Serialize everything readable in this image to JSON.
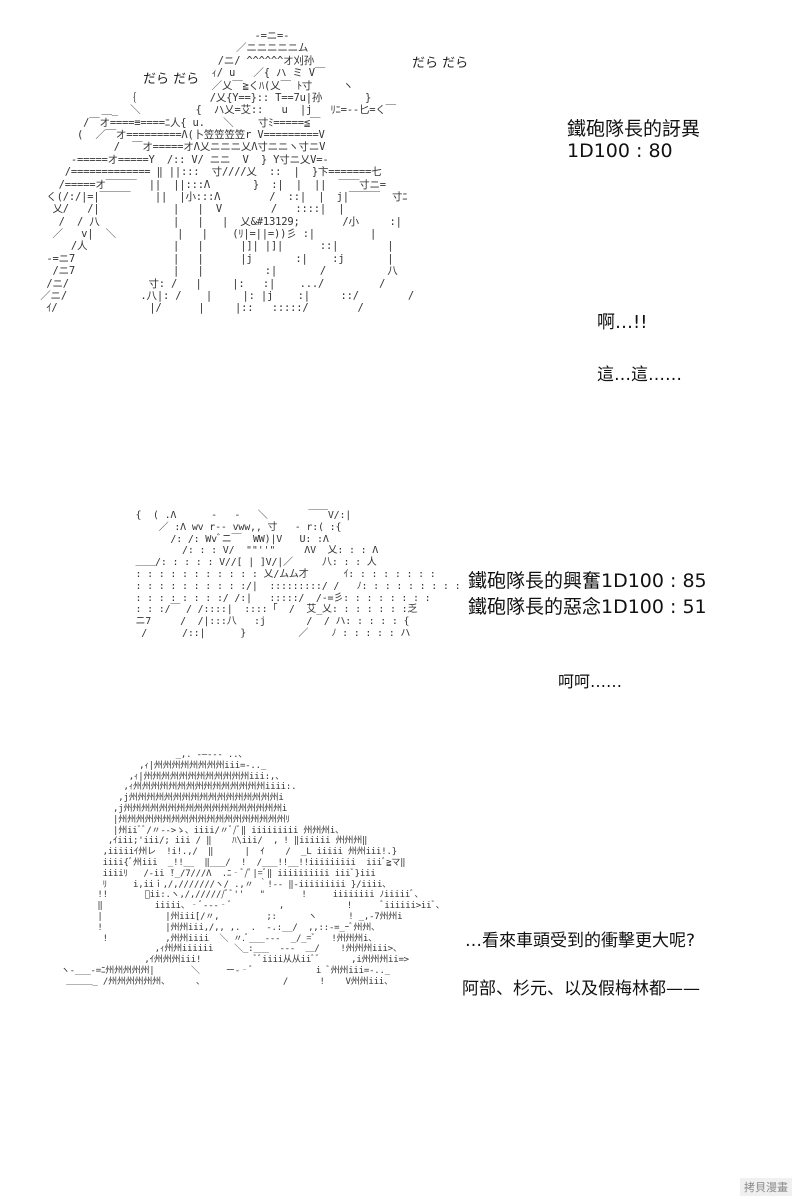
{
  "panel1": {
    "sfx_left": "だら だら",
    "sfx_right": "だら だら",
    "roll_label": "鐵砲隊長的訝異",
    "roll_value": "1D100 : 80",
    "speech1": "啊…!!",
    "speech2": "這…這……"
  },
  "panel2": {
    "roll1": "鐵砲隊長的興奮1D100 : 85",
    "roll2": "鐵砲隊長的惡念1D100 : 51",
    "speech": "呵呵……"
  },
  "panel3": {
    "line1": "…看來車頭受到的衝擊更大呢?",
    "line2": "阿部、杉元、以及假梅林都——"
  },
  "watermark": "拷貝漫畫"
}
